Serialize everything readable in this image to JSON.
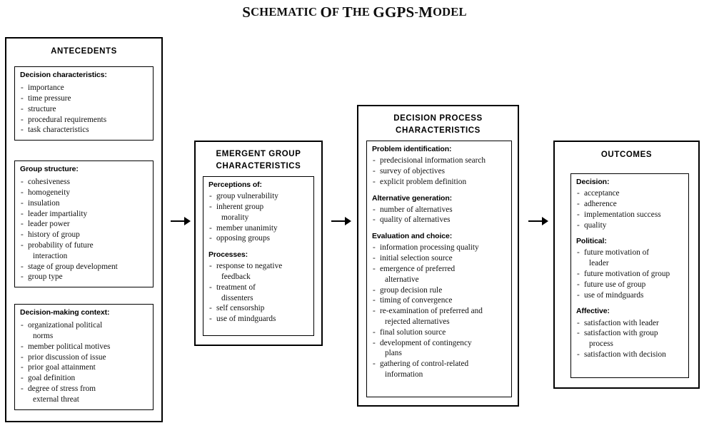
{
  "title": {
    "full": "SCHEMATIC OF THE GGPS-MODEL",
    "parts": [
      {
        "text": "S",
        "size": "cap"
      },
      {
        "text": "CHEMATIC",
        "size": "sm"
      },
      {
        "text": " ",
        "size": "sm"
      },
      {
        "text": "O",
        "size": "cap"
      },
      {
        "text": "F",
        "size": "sm"
      },
      {
        "text": " ",
        "size": "sm"
      },
      {
        "text": "T",
        "size": "cap"
      },
      {
        "text": "HE",
        "size": "sm"
      },
      {
        "text": " ",
        "size": "sm"
      },
      {
        "text": "GGPS",
        "size": "cap"
      },
      {
        "text": "-",
        "size": "sm"
      },
      {
        "text": "M",
        "size": "cap"
      },
      {
        "text": "ODEL",
        "size": "sm"
      }
    ]
  },
  "columns": [
    {
      "id": "antecedents",
      "title": "ANTECEDENTS",
      "groups": [
        {
          "id": "decision-characteristics",
          "heading": "Decision characteristics:",
          "items": [
            "importance",
            "time pressure",
            "structure",
            "procedural requirements",
            "task characteristics"
          ]
        },
        {
          "id": "group-structure",
          "heading": "Group structure:",
          "items": [
            "cohesiveness",
            "homogeneity",
            "insulation",
            "leader impartiality",
            "leader power",
            "history of group",
            "probability of future\ninteraction",
            "stage of group development",
            "group type"
          ]
        },
        {
          "id": "decision-making-context",
          "heading": "Decision-making context:",
          "items": [
            "organizational political\nnorms",
            "member political motives",
            "prior discussion of issue",
            "prior goal attainment",
            "goal definition",
            "degree of stress from\nexternal threat"
          ]
        }
      ]
    },
    {
      "id": "emergent-group-characteristics",
      "title": "EMERGENT GROUP\nCHARACTERISTICS",
      "groups": [
        {
          "id": "emergent-combined",
          "sections": [
            {
              "heading": "Perceptions of:",
              "items": [
                "group vulnerability",
                "inherent group\nmorality",
                "member unanimity",
                "opposing groups"
              ]
            },
            {
              "heading": "Processes:",
              "items": [
                "response to negative\nfeedback",
                "treatment of\ndissenters",
                "self censorship",
                "use of mindguards"
              ]
            }
          ]
        }
      ]
    },
    {
      "id": "decision-process-characteristics",
      "title": "DECISION PROCESS\nCHARACTERISTICS",
      "groups": [
        {
          "id": "decision-process-combined",
          "sections": [
            {
              "heading": "Problem identification:",
              "items": [
                "predecisional information search",
                "survey of objectives",
                "explicit problem definition"
              ]
            },
            {
              "heading": "Alternative generation:",
              "items": [
                "number of alternatives",
                "quality of alternatives"
              ]
            },
            {
              "heading": "Evaluation and choice:",
              "items": [
                "information processing quality",
                "initial selection source",
                "emergence of preferred\nalternative",
                "group decision rule",
                "timing of convergence",
                "re-examination of preferred and\nrejected alternatives",
                "final solution source",
                "development of contingency\nplans",
                "gathering of control-related\ninformation"
              ]
            }
          ]
        }
      ]
    },
    {
      "id": "outcomes",
      "title": "OUTCOMES",
      "groups": [
        {
          "id": "outcomes-combined",
          "sections": [
            {
              "heading": "Decision:",
              "items": [
                "acceptance",
                "adherence",
                "implementation success",
                "quality"
              ]
            },
            {
              "heading": "Political:",
              "items": [
                "future motivation of\nleader",
                "future motivation of group",
                "future use of group",
                "use of mindguards"
              ]
            },
            {
              "heading": "Affective:",
              "items": [
                "satisfaction with leader",
                "satisfaction with group\nprocess",
                "satisfaction with decision"
              ]
            }
          ]
        }
      ]
    }
  ],
  "arrows": [
    {
      "id": "arrow-antecedents-to-emergent",
      "from": "antecedents",
      "to": "emergent-group-characteristics"
    },
    {
      "id": "arrow-emergent-to-process",
      "from": "emergent-group-characteristics",
      "to": "decision-process-characteristics"
    },
    {
      "id": "arrow-process-to-outcomes",
      "from": "decision-process-characteristics",
      "to": "outcomes"
    }
  ],
  "colors": {
    "line": "#000000",
    "text": "#111111",
    "background": "#ffffff"
  }
}
